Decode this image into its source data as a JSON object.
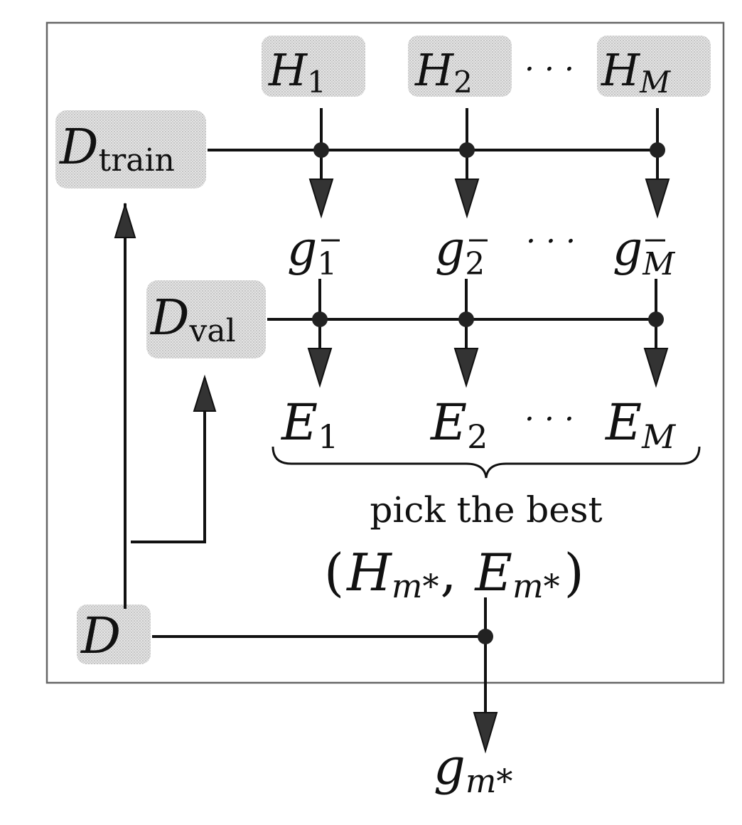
{
  "hypotheses": [
    {
      "main": "H",
      "sub": "1"
    },
    {
      "main": "H",
      "sub": "2"
    },
    {
      "main": "H",
      "sub": "M"
    }
  ],
  "hypothesis_ellipsis": "· · ·",
  "train_set": {
    "main": "D",
    "sub": "train"
  },
  "val_set": {
    "main": "D",
    "sub": "val"
  },
  "full_set": {
    "main": "D"
  },
  "models": [
    {
      "main": "g",
      "sub": "1",
      "bar": "‾"
    },
    {
      "main": "g",
      "sub": "2",
      "bar": "‾"
    },
    {
      "main": "g",
      "sub": "M",
      "bar": "‾"
    }
  ],
  "model_ellipsis": "· · ·",
  "errors": [
    {
      "main": "E",
      "sub": "1"
    },
    {
      "main": "E",
      "sub": "2"
    },
    {
      "main": "E",
      "sub": "M"
    }
  ],
  "error_ellipsis": "· · ·",
  "selection_label": "pick the best",
  "selection": {
    "open": "(",
    "h_main": "H",
    "h_sub": "m*",
    "comma": ",",
    "e_main": "E",
    "e_sub": "m*",
    "close": ")"
  },
  "final_model": {
    "main": "g",
    "sub": "m*"
  },
  "colors": {
    "box_fill": "#d6d6d6",
    "frame": "#555555",
    "ink": "#111111"
  }
}
